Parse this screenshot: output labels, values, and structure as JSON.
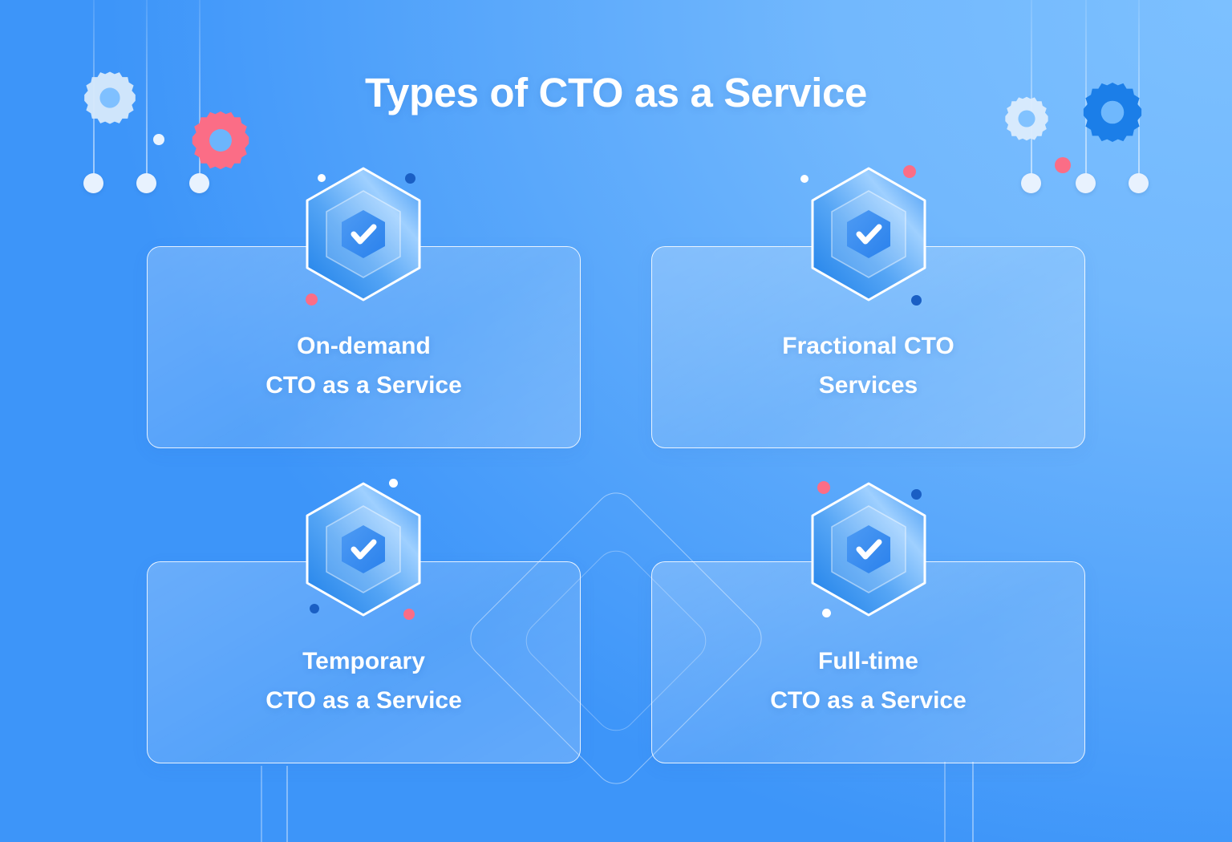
{
  "header": {
    "title": "Types of CTO as a Service"
  },
  "cards": [
    {
      "id": "on-demand",
      "line1": "On-demand",
      "line2": "CTO as a Service",
      "icon": "hexagon-check-badge"
    },
    {
      "id": "fractional",
      "line1": "Fractional CTO",
      "line2": "Services",
      "icon": "hexagon-check-badge"
    },
    {
      "id": "temporary",
      "line1": "Temporary",
      "line2": "CTO as a Service",
      "icon": "hexagon-check-badge"
    },
    {
      "id": "full-time",
      "line1": "Full-time",
      "line2": "CTO as a Service",
      "icon": "hexagon-check-badge"
    }
  ],
  "decorations": {
    "gears": [
      {
        "name": "gear-icon-top-left-white",
        "color": "#d7e9fb"
      },
      {
        "name": "gear-icon-top-left-pink",
        "color": "#fb6d86"
      },
      {
        "name": "gear-icon-top-right-white",
        "color": "#dcecfd"
      },
      {
        "name": "gear-icon-top-right-blue",
        "color": "#1b7ee8"
      }
    ],
    "dot_colors": {
      "white": "#ffffff",
      "pink": "#fb6d86",
      "navy": "#1a5fc4",
      "pale": "#e8f2fe"
    }
  },
  "theme": {
    "background_light": "#7cc0ff",
    "background_deep": "#2f91f8",
    "badge_blue": "#3d8ef0",
    "badge_deep_blue": "#1b7ee8",
    "accent_pink": "#fb6d86",
    "accent_navy": "#1a5fc4",
    "text_color": "#ffffff"
  }
}
